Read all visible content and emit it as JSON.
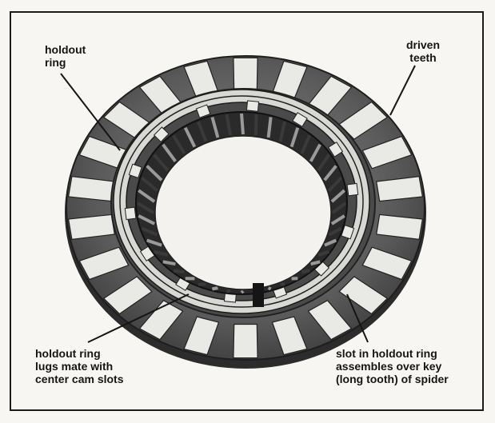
{
  "labels": {
    "holdout_ring": [
      "holdout",
      "ring"
    ],
    "driven_teeth": [
      "driven",
      "teeth"
    ],
    "lugs": [
      "holdout ring",
      "lugs mate with",
      "center cam slots"
    ],
    "slot": [
      "slot in holdout ring",
      "assembles over key",
      "(long tooth) of spider"
    ]
  },
  "colors": {
    "ink": "#151515",
    "paper": "#f7f6f2",
    "metal_dark": "#3a3a3a",
    "metal_mid": "#7a7a7a",
    "metal_light": "#e9e9e6"
  }
}
